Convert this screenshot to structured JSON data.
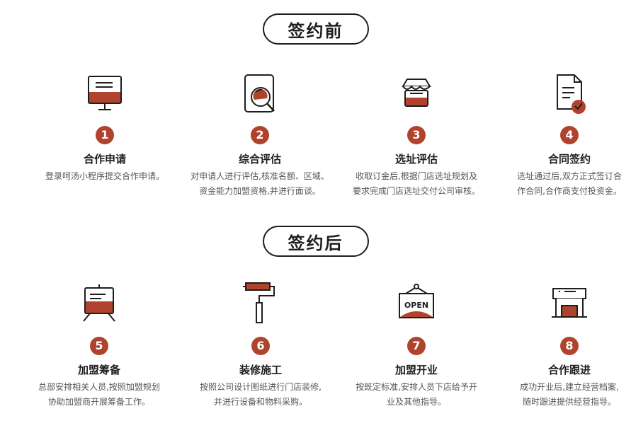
{
  "colors": {
    "accent": "#b0432d",
    "ink": "#1e1e1e"
  },
  "before": {
    "title": "签约前",
    "steps": [
      {
        "num": "1",
        "title": "合作申请",
        "desc": "登录呵汤小程序提交合作申请。",
        "icon": "monitor-icon"
      },
      {
        "num": "2",
        "title": "综合评估",
        "desc": "对申请人进行评估,核准名额、区域、\n资金能力加盟资格,并进行面谈。",
        "icon": "magnifier-icon"
      },
      {
        "num": "3",
        "title": "选址评估",
        "desc": "收取订金后,根据门店选址规划及\n要求完成门店选址交付公司审核。",
        "icon": "storefront-icon"
      },
      {
        "num": "4",
        "title": "合同签约",
        "desc": "选址通过后,双方正式签订合\n作合同,合作商支付投资金。",
        "icon": "contract-check-icon"
      }
    ]
  },
  "after": {
    "title": "签约后",
    "steps": [
      {
        "num": "5",
        "title": "加盟筹备",
        "desc": "总部安排相关人员,按照加盟规划\n协助加盟商开展筹备工作。",
        "icon": "presentation-board-icon"
      },
      {
        "num": "6",
        "title": "装修施工",
        "desc": "按照公司设计图纸进行门店装修,\n并进行设备和物料采购。",
        "icon": "paint-roller-icon"
      },
      {
        "num": "7",
        "title": "加盟开业",
        "desc": "按既定标准,安排人员下店给予开\n业及其他指导。",
        "icon": "open-sign-icon",
        "sign_text": "OPEN"
      },
      {
        "num": "8",
        "title": "合作跟进",
        "desc": "成功开业后,建立经营档案,\n随时跟进提供经营指导。",
        "icon": "store-building-icon"
      }
    ]
  }
}
